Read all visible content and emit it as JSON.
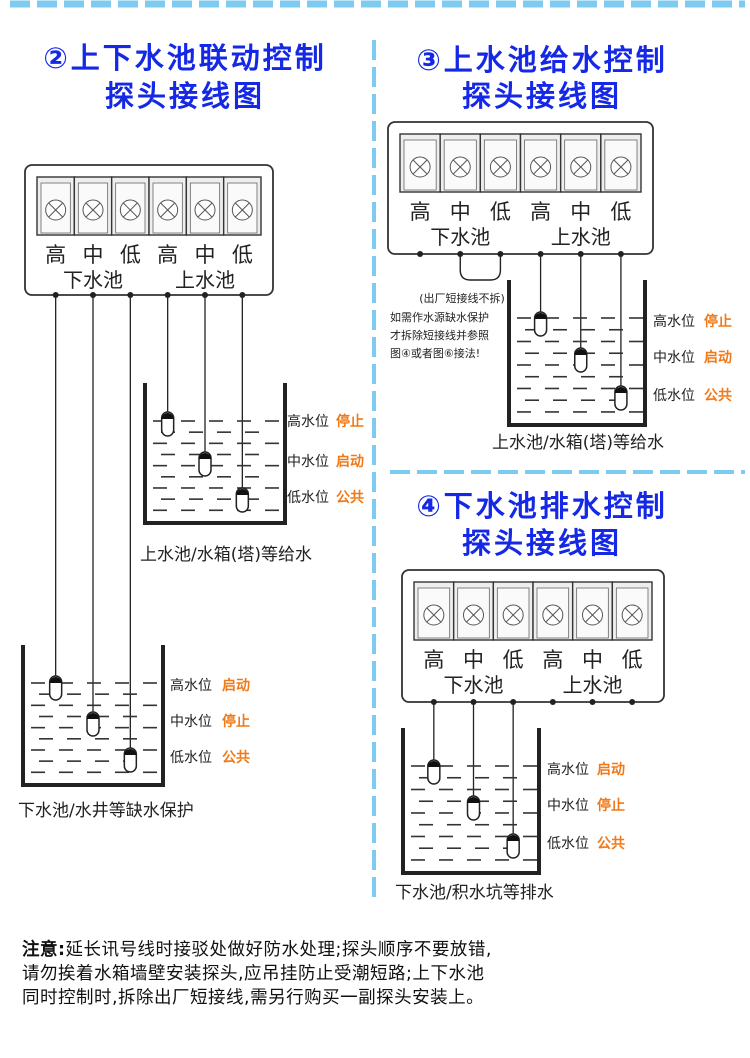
{
  "colors": {
    "title_blue": "#1428e6",
    "divider_blue": "#7ecbf2",
    "state_orange": "#f07a1a",
    "ink": "#222222"
  },
  "panel2": {
    "title_line1": "②上下水池联动控制",
    "title_line2": "探头接线图",
    "terminal_levels": [
      "高",
      "中",
      "低",
      "高",
      "中",
      "低"
    ],
    "group_lower": "下水池",
    "group_upper": "上水池",
    "upper_tank": {
      "levels": [
        {
          "label": "高水位",
          "state": "停止"
        },
        {
          "label": "中水位",
          "state": "启动"
        },
        {
          "label": "低水位",
          "state": "公共"
        }
      ],
      "caption": "上水池/水箱(塔)等给水"
    },
    "lower_tank": {
      "levels": [
        {
          "label": "高水位",
          "state": "启动"
        },
        {
          "label": "中水位",
          "state": "停止"
        },
        {
          "label": "低水位",
          "state": "公共"
        }
      ],
      "caption": "下水池/水井等缺水保护"
    }
  },
  "panel3": {
    "title_line1": "③上水池给水控制",
    "title_line2": "探头接线图",
    "terminal_levels": [
      "高",
      "中",
      "低",
      "高",
      "中",
      "低"
    ],
    "group_lower": "下水池",
    "group_upper": "上水池",
    "jumper_note_line1": "(出厂短接线不拆)",
    "jumper_note_line2": "如需作水源缺水保护",
    "jumper_note_line3": "才拆除短接线并参照",
    "jumper_note_line4": "图④或者图⑥接法!",
    "tank": {
      "levels": [
        {
          "label": "高水位",
          "state": "停止"
        },
        {
          "label": "中水位",
          "state": "启动"
        },
        {
          "label": "低水位",
          "state": "公共"
        }
      ],
      "caption": "上水池/水箱(塔)等给水"
    }
  },
  "panel4": {
    "title_line1": "④下水池排水控制",
    "title_line2": "探头接线图",
    "terminal_levels": [
      "高",
      "中",
      "低",
      "高",
      "中",
      "低"
    ],
    "group_lower": "下水池",
    "group_upper": "上水池",
    "tank": {
      "levels": [
        {
          "label": "高水位",
          "state": "启动"
        },
        {
          "label": "中水位",
          "state": "停止"
        },
        {
          "label": "低水位",
          "state": "公共"
        }
      ],
      "caption": "下水池/积水坑等排水"
    }
  },
  "note": {
    "label": "注意:",
    "line1": "延长讯号线时接驳处做好防水处理;探头顺序不要放错,",
    "line2": "请勿挨着水箱墙壁安装探头,应吊挂防止受潮短路;上下水池",
    "line3": "同时控制时,拆除出厂短接线,需另行购买一副探头安装上。"
  }
}
